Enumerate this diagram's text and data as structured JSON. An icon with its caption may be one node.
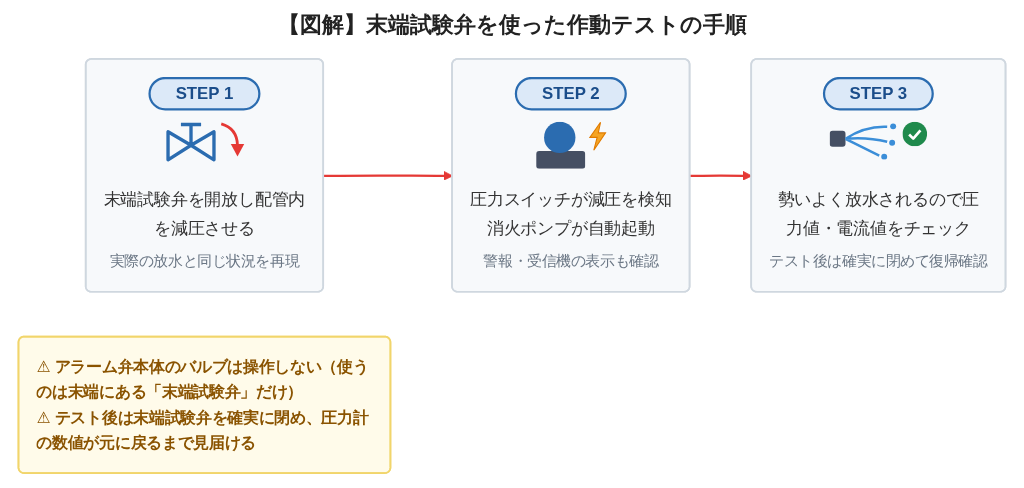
{
  "diagram": {
    "title": "【図解】末端試験弁を使った作動テストの手順",
    "nodes": [
      {
        "text": [
          "STEP 1",
          "末端試験弁を開放し配管内を減圧させる",
          "実際の放水と同じ状況を再現"
        ]
      },
      {
        "text": [
          "STEP 2",
          "圧力スイッチが減圧を検知消火ポンプが自動起動",
          "警報・受信機の表示も確認"
        ]
      },
      {
        "text": [
          "STEP 3",
          "勢いよく放水されるので圧力値・電流値をチェック",
          "テスト後は確実に閉めて復帰確認"
        ]
      },
      {
        "text": [
          "⚠ アラーム弁本体のバルブは操作しない（使うのは末端にある「末端試験弁」だけ）",
          "⚠ テスト後は末端試験弁を確実に閉め、圧力計の数値が元に戻るまで見届ける"
        ]
      }
    ],
    "edges": [
      {
        "from": 0,
        "to": 1,
        "arrow": "to"
      },
      {
        "from": 1,
        "to": 2,
        "arrow": "to"
      }
    ]
  }
}
